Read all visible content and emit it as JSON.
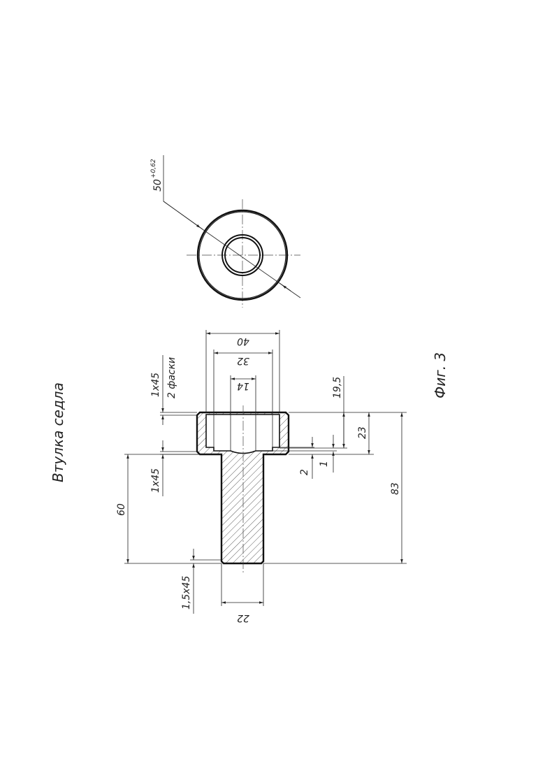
{
  "title": "Втулка седла",
  "figure_label": "Фиг. 3",
  "dimensions": {
    "outer_diameter": "40",
    "bore_diameter": "32",
    "center_hole_diameter": "14",
    "shank_diameter": "22",
    "total_length": "83",
    "flange_height": "23",
    "bore_depth": "19,5",
    "step_2": "2",
    "step_1": "1",
    "shank_length": "60",
    "chamfer_top": "1x45",
    "chamfer_top_note": "2 фаски",
    "chamfer_mid": "1x45",
    "chamfer_bottom": "1,5x45",
    "top_view_diameter": "50",
    "top_view_tolerance": "+0,62"
  },
  "colors": {
    "line": "#111111",
    "background": "#ffffff"
  }
}
